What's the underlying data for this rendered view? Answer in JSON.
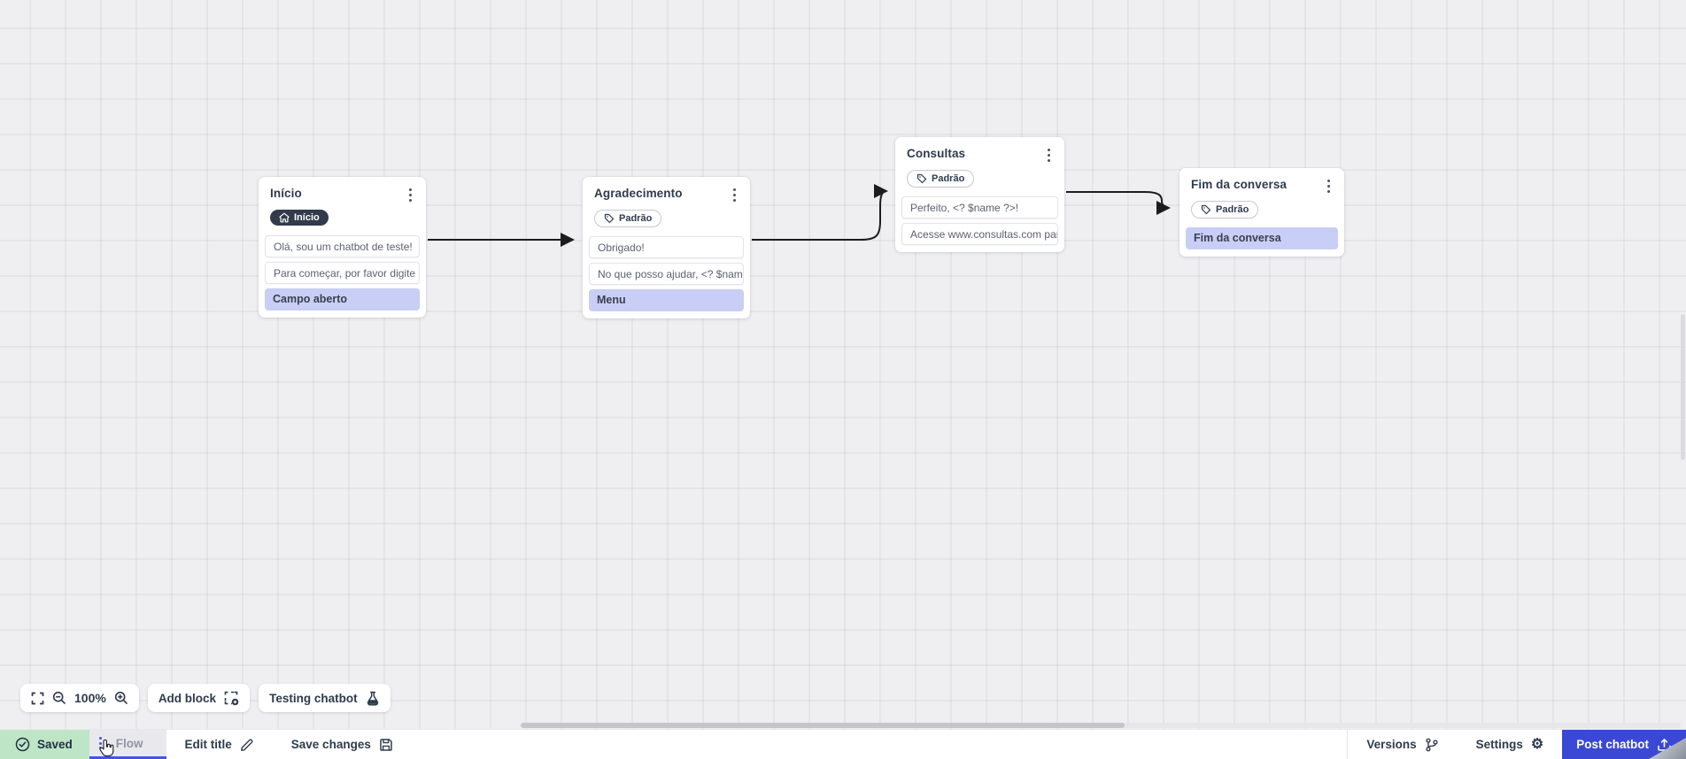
{
  "canvas": {
    "nodes": [
      {
        "title": "Início",
        "badge": {
          "label": "Início",
          "type": "start"
        },
        "items": [
          {
            "text": "Olá, sou um chatbot de teste!",
            "type": "message"
          },
          {
            "text": "Para começar, por favor digite o ...",
            "type": "message"
          },
          {
            "text": "Campo aberto",
            "type": "action"
          }
        ]
      },
      {
        "title": "Agradecimento",
        "badge": {
          "label": "Padrão",
          "type": "default"
        },
        "items": [
          {
            "text": "Obrigado!",
            "type": "message"
          },
          {
            "text": "No que posso ajudar, <? $name ...",
            "type": "message"
          },
          {
            "text": "Menu",
            "type": "action"
          }
        ]
      },
      {
        "title": "Consultas",
        "badge": {
          "label": "Padrão",
          "type": "default"
        },
        "items": [
          {
            "text": "Perfeito, <? $name ?>!",
            "type": "message"
          },
          {
            "text": "Acesse www.consultas.com par...",
            "type": "message"
          }
        ]
      },
      {
        "title": "Fim da conversa",
        "badge": {
          "label": "Padrão",
          "type": "default"
        },
        "items": [
          {
            "text": "Fim da conversa",
            "type": "action"
          }
        ]
      }
    ]
  },
  "toolbar": {
    "zoom_level": "100%",
    "add_block_label": "Add block",
    "testing_label": "Testing chatbot"
  },
  "footer": {
    "saved_label": "Saved",
    "flow_tab_label": "Flow",
    "edit_title_label": "Edit title",
    "save_changes_label": "Save changes",
    "versions_label": "Versions",
    "settings_label": "Settings",
    "post_button_label": "Post chatbot"
  },
  "colors": {
    "accent_blue": "#3b48d5",
    "tab_underline": "#4353e8",
    "saved_green": "#bee6c6",
    "action_lavender": "#c9cef6",
    "badge_dark": "#323a4c",
    "connector": "#1c1c1e"
  }
}
